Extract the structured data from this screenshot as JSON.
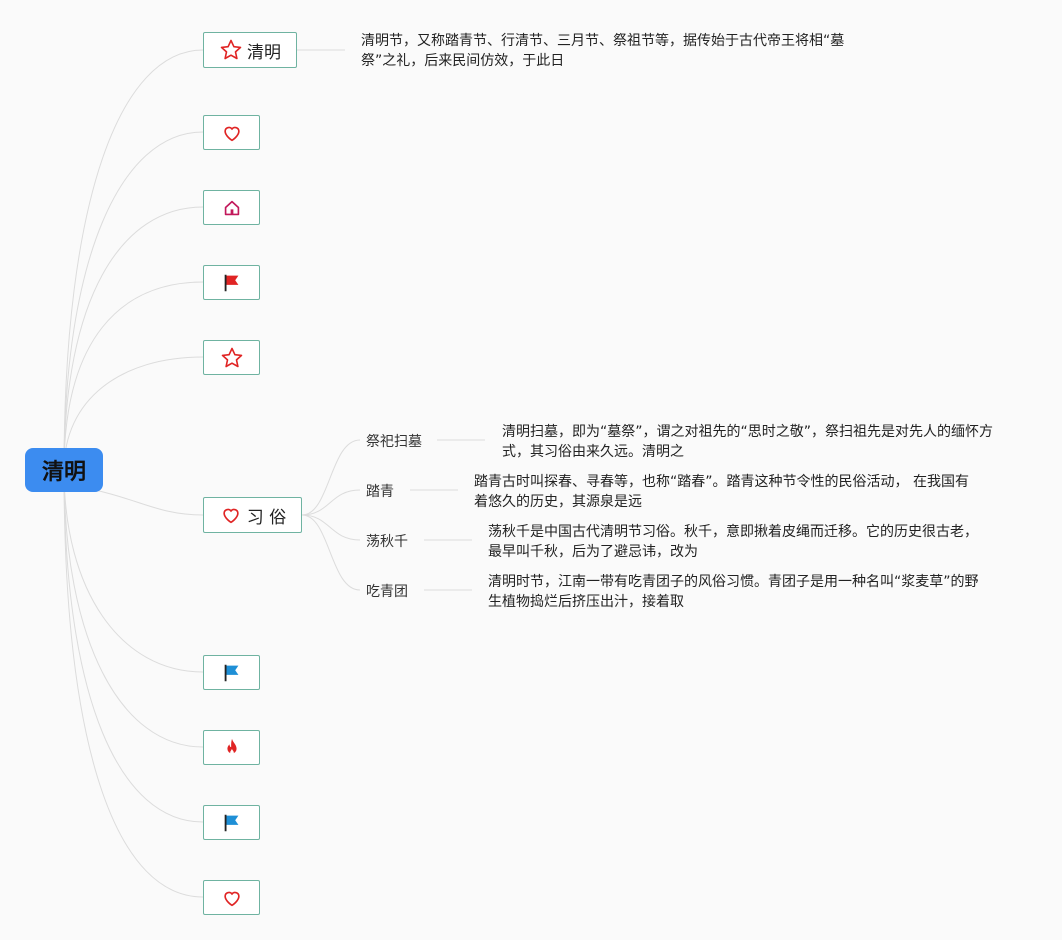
{
  "root": {
    "label": "清明"
  },
  "branches": [
    {
      "icon": "star-icon",
      "label": "清明",
      "note": "清明节，又称踏青节、行清节、三月节、祭祖节等，据传始于古代帝王将相“墓祭”之礼，后来民间仿效，于此日"
    },
    {
      "icon": "heart-icon",
      "label": ""
    },
    {
      "icon": "home-icon",
      "label": ""
    },
    {
      "icon": "red-flag-icon",
      "label": ""
    },
    {
      "icon": "star-icon",
      "label": ""
    },
    {
      "icon": "heart-icon",
      "label": "习 俗",
      "children": [
        {
          "label": "祭祀扫墓",
          "note": "清明扫墓，即为“墓祭”，谓之对祖先的“思时之敬”，祭扫祖先是对先人的缅怀方式，其习俗由来久远。清明之"
        },
        {
          "label": "踏青",
          "note": "踏青古时叫探春、寻春等，也称“踏春”。踏青这种节令性的民俗活动， 在我国有着悠久的历史，其源泉是远"
        },
        {
          "label": "荡秋千",
          "note": "荡秋千是中国古代清明节习俗。秋千，意即揪着皮绳而迁移。它的历史很古老，最早叫千秋，后为了避忌讳，改为"
        },
        {
          "label": "吃青团",
          "note": "清明时节，江南一带有吃青团子的风俗习惯。青团子是用一种名叫“浆麦草”的野生植物捣烂后挤压出汁，接着取"
        }
      ]
    },
    {
      "icon": "blue-flag-icon",
      "label": ""
    },
    {
      "icon": "fire-icon",
      "label": ""
    },
    {
      "icon": "blue-flag-icon",
      "label": ""
    },
    {
      "icon": "heart-icon",
      "label": ""
    }
  ],
  "colors": {
    "root": "#3c8cf0",
    "node_border": "#6fb3a1",
    "link": "#d9d9d9",
    "red": "#e02424",
    "blue": "#1e8fd6"
  }
}
